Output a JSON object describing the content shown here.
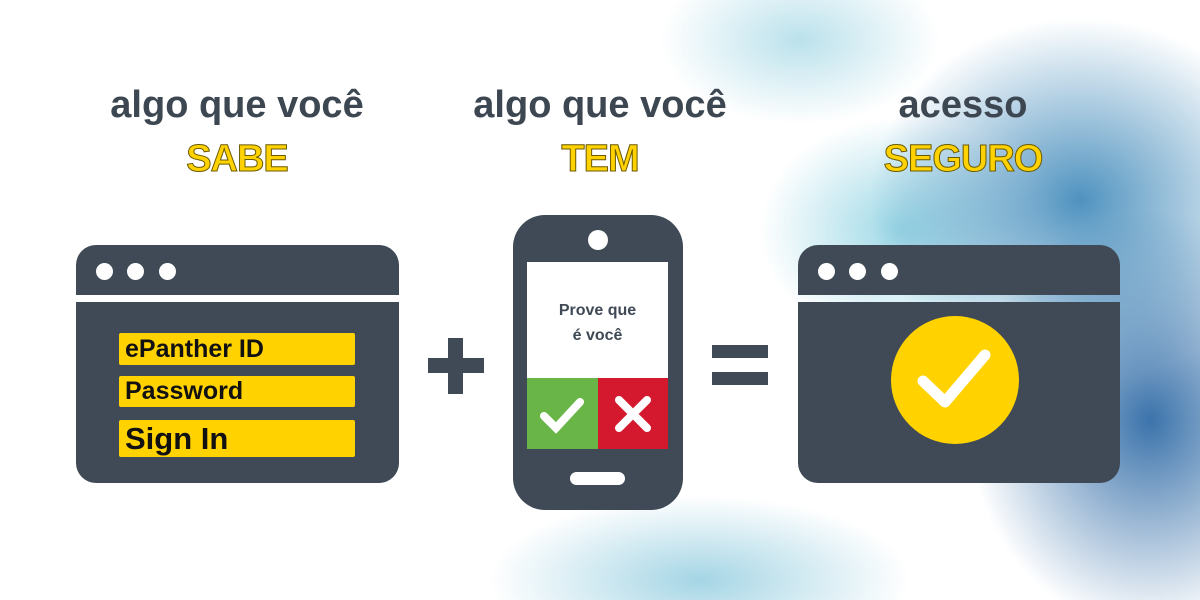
{
  "columns": [
    {
      "line1": "algo que você",
      "line2": "SABE"
    },
    {
      "line1": "algo que você",
      "line2": "TEM"
    },
    {
      "line1": "acesso",
      "line2": "SEGURO"
    }
  ],
  "login": {
    "field1": "ePanther ID",
    "field2": "Password",
    "button": "Sign In"
  },
  "phone": {
    "prompt_line1": "Prove que",
    "prompt_line2": "é você",
    "approve_icon": "check-icon",
    "deny_icon": "x-icon"
  },
  "operators": {
    "plus": "+",
    "equals": "="
  },
  "colors": {
    "accent": "#ffd200",
    "dark": "#3f4a56",
    "green": "#6ab547",
    "red": "#d4192f"
  }
}
